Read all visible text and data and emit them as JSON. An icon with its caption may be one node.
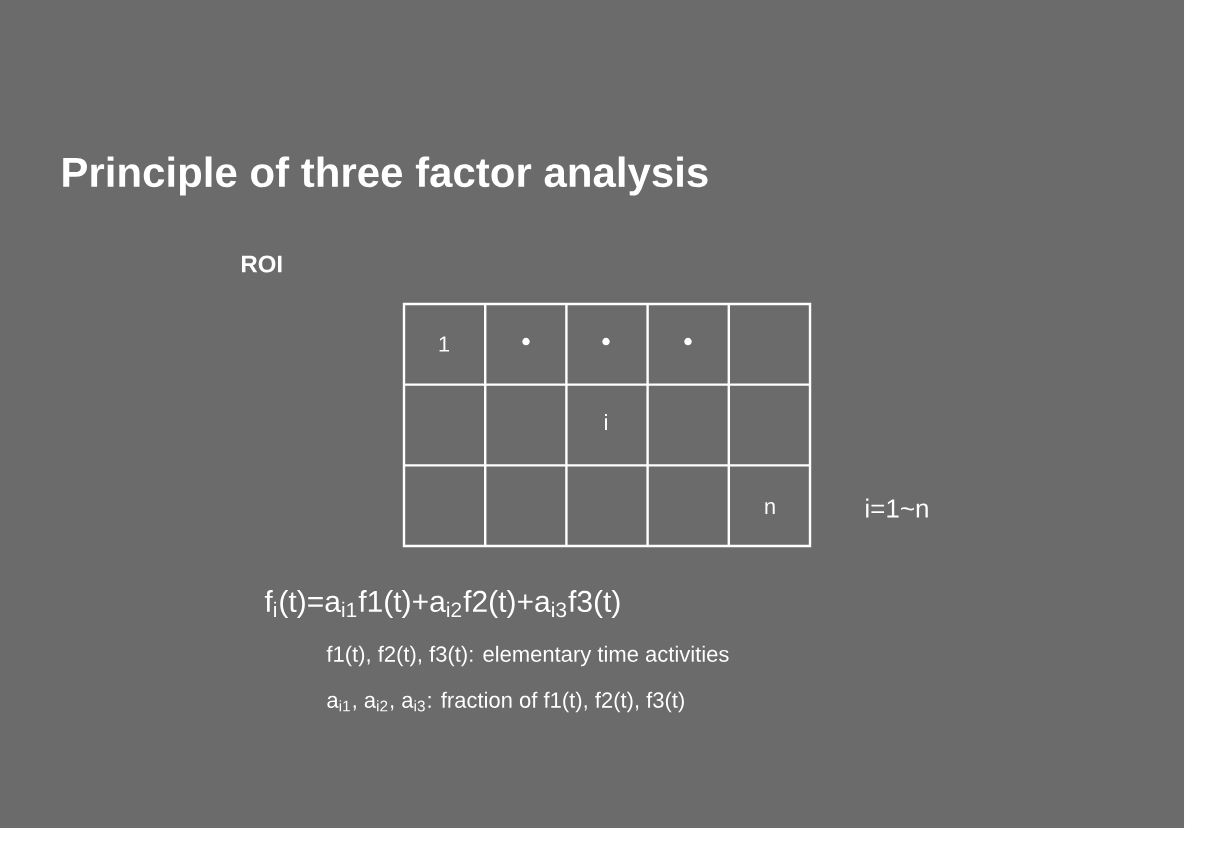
{
  "diagram": {
    "title": "Principle of three factor analysis",
    "labels": [
      "ROI",
      "1",
      "•",
      "•",
      "•",
      "i",
      "n",
      "i=1~n",
      "f$_{i}$(t)=a$_{i1}$f1(t)+a$_{i2}$f2(t)+a$_{i3}$f3(t)",
      "f1(t), f2(t), f3(t): elementary time activities",
      "a$_{i1}$, a$_{i2}$, a$_{i3}$: fraction of f1(t), f2(t), f3(t)"
    ]
  }
}
